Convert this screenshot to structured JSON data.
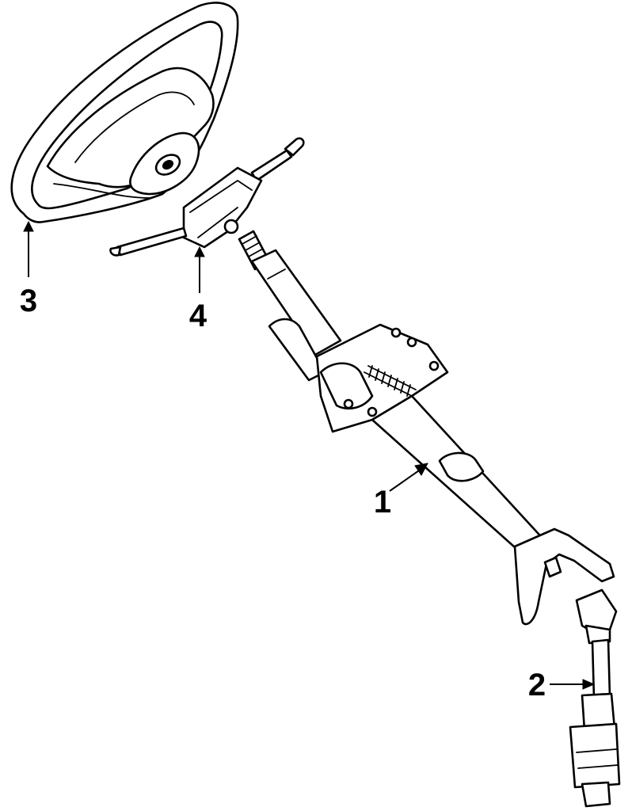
{
  "callouts": {
    "column": "1",
    "shaft": "2",
    "wheel": "3",
    "switch": "4"
  },
  "colors": {
    "line": "#000000",
    "background": "#ffffff"
  }
}
